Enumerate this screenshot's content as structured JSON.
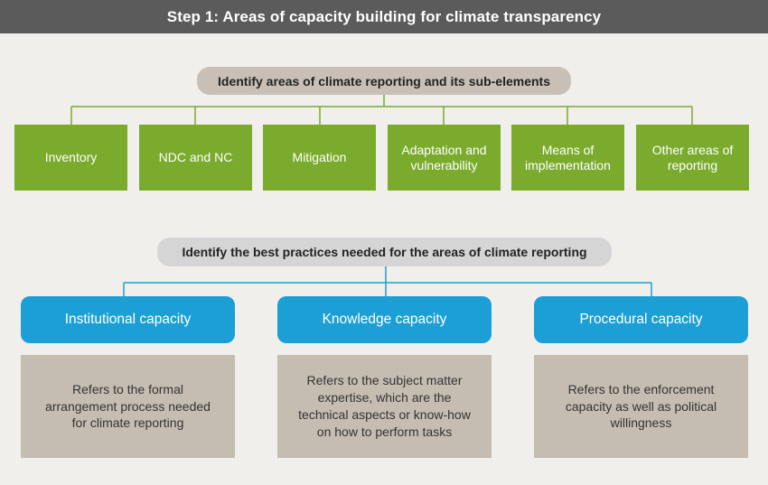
{
  "header": {
    "title": "Step 1: Areas of capacity building for climate transparency"
  },
  "identify_areas": {
    "label": "Identify areas  of climate reporting and its sub-elements"
  },
  "reporting_areas": [
    {
      "label": "Inventory"
    },
    {
      "label": "NDC and NC"
    },
    {
      "label": "Mitigation"
    },
    {
      "label": "Adaptation and vulnerability"
    },
    {
      "label": "Means of implementation"
    },
    {
      "label": "Other areas of reporting"
    }
  ],
  "identify_practices": {
    "label": "Identify the best practices needed for the areas of climate reporting"
  },
  "capacities": [
    {
      "title": "Institutional capacity",
      "description": "Refers to the formal arrangement process needed for climate reporting"
    },
    {
      "title": "Knowledge capacity",
      "description": "Refers to the subject matter expertise, which are the technical aspects or know-how on how to perform tasks"
    },
    {
      "title": "Procedural capacity",
      "description": "Refers to the enforcement capacity as well as political willingness"
    }
  ],
  "colors": {
    "header_bg": "#5b5b5b",
    "green_box": "#7aab2d",
    "blue_box": "#1c9fd4",
    "tan_box": "#c5bdb2",
    "connector_green": "#7aab2d",
    "connector_blue": "#1c9fd4"
  }
}
